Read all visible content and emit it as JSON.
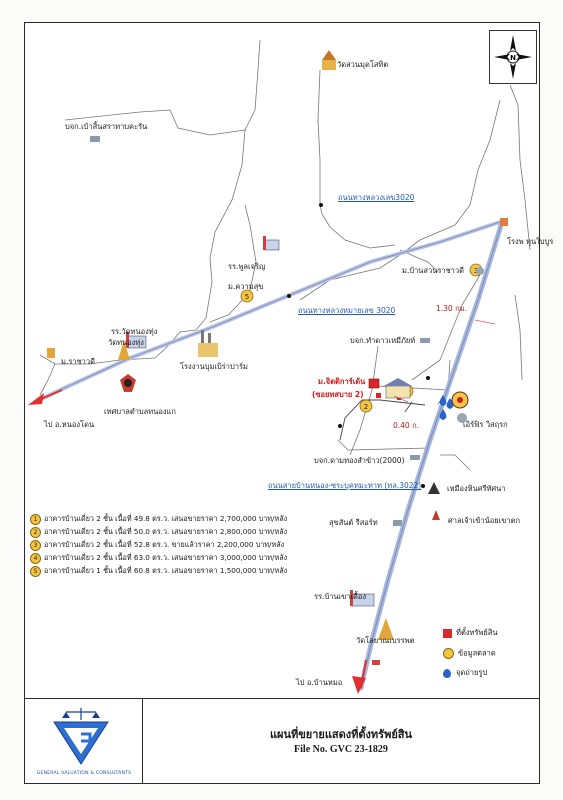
{
  "map": {
    "north_label": "N"
  },
  "places": [
    "วัดสวนมุดโสทิต",
    "บจก.เบ้าสิ้นสราทาบคะรัน",
    "ถนนทางหลวงเลข3020",
    "โรงพ ทุนใบบูร",
    "รร.พูลเจริญ",
    "ม.บ้านสวนราชาวดี",
    "ม.ความสุข",
    "1.30 กม.",
    "ถนนทางหลวงหมายเลข 3020",
    "รร.วัดทนองทุ่ง",
    "วัดทนองทุ่ง",
    "บจก.ทำดาวเหมืภัยท์",
    "ม.ราชาวดี",
    "โรงงานบุมเบิร่าปาร์ม",
    "ม.จิตติการ์เด้น",
    "(ซอยทสบาย 2)",
    "เทศบาลตำบลทนองแก",
    "ไป อ.หนองโดน",
    "เอิร์ฟิร วิสฤรก",
    "0.40 ก.",
    "บจก.ดามทองสำข้าว(2000)",
    "ถนนสายบ้านหนอง-ซระบุคทมะทาท (ทล.3022)",
    "เหมืองหินศรีทัศนา",
    "สุขสันต์ รีสอร์ท",
    "ศาลเจ้าเข้าน้อยเขาตก",
    "รร.บ้านเขาเดื้อง",
    "วัดโลยาณเบรรพต",
    "ไป อ.บ้านหมอ"
  ],
  "comparables": [
    {
      "n": "1",
      "text": "อาคารบ้านเดี่ยว 2 ชั้น เนื้อที่ 49.8 ตร.ว. เสนอขายราคา 2,700,000 บาท/หลัง"
    },
    {
      "n": "2",
      "text": "อาคารบ้านเดี่ยว 2 ชั้น เนื้อที่ 50.0 ตร.ว. เสนอขายราคา 2,800,000 บาท/หลัง"
    },
    {
      "n": "3",
      "text": "อาคารบ้านเดี่ยว 2 ชั้น เนื้อที่ 52.8 ตร.ว. ขายแล้วราคา 2,200,000 บาท/หลัง"
    },
    {
      "n": "4",
      "text": "อาคารบ้านเดี่ยว 2 ชั้น เนื้อที่ 63.0 ตร.ว. เสนอขายราคา 3,000,000 บาท/หลัง"
    },
    {
      "n": "5",
      "text": "อาคารบ้านเดี่ยว 1 ชั้น เนื้อที่ 60.8 ตร.ว. เสนอขายราคา 1,500,000 บาท/หลัง"
    }
  ],
  "legend": [
    "ที่ตั้งทรัพย์สิน",
    "ข้อมูลตลาด",
    "จุดถ่ายรูป"
  ],
  "footer": {
    "company": "GENERAL VALUATION & CONSULTANTS",
    "title": "แผนที่ขยายแสดงที่ตั้งทรัพย์สิน",
    "file_no": "File No. GVC 23-1829"
  },
  "colors": {
    "subject": "#d7282a",
    "comparable": "#f4c541",
    "photo_spot": "#2c61c9",
    "road": "#a8b8dd",
    "road_label": "#2456b8",
    "arrow": "#e03030"
  }
}
